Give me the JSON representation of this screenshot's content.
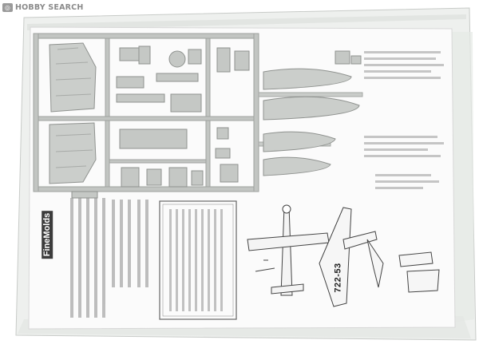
{
  "watermark": {
    "text": "HOBBY SEARCH",
    "icon": "hobby-search-logo-icon"
  },
  "package": {
    "brand_logo_text": "FineMolds",
    "aircraft_code": "722-53"
  },
  "colors": {
    "background": "#ffffff",
    "bag_plastic": "#f1f2f1",
    "sprue_gray": "#c4c7c4",
    "instruction_paper": "#fbfbfb"
  }
}
